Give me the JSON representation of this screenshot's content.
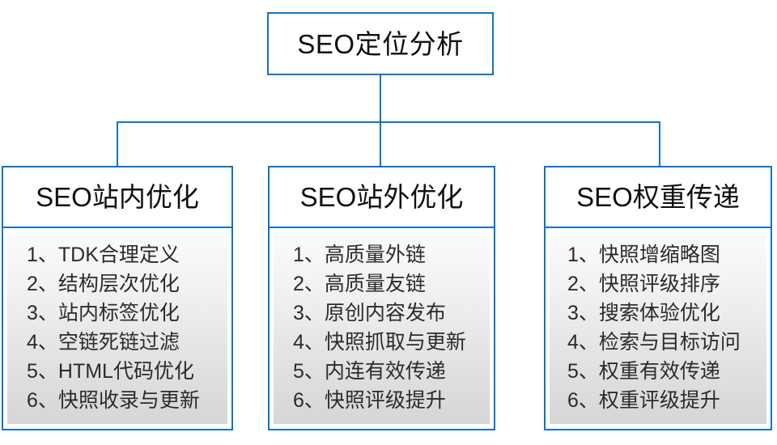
{
  "diagram": {
    "type": "org-tree",
    "root": {
      "label": "SEO定位分析"
    },
    "accent_color": "#1072c6",
    "text_color": "#101010",
    "item_text_color": "#2b2b2b",
    "branches": [
      {
        "title": "SEO站内优化",
        "items": [
          "1、TDK合理定义",
          "2、结构层次优化",
          "3、站内标签优化",
          "4、空链死链过滤",
          "5、HTML代码优化",
          "6、快照收录与更新"
        ]
      },
      {
        "title": "SEO站外优化",
        "items": [
          "1、高质量外链",
          "2、高质量友链",
          "3、原创内容发布",
          "4、快照抓取与更新",
          "5、内连有效传递",
          "6、快照评级提升"
        ]
      },
      {
        "title": "SEO权重传递",
        "items": [
          "1、快照增缩略图",
          "2、快照评级排序",
          "3、搜索体验优化",
          "4、检索与目标访问",
          "5、权重有效传递",
          "6、权重评级提升"
        ]
      }
    ]
  }
}
